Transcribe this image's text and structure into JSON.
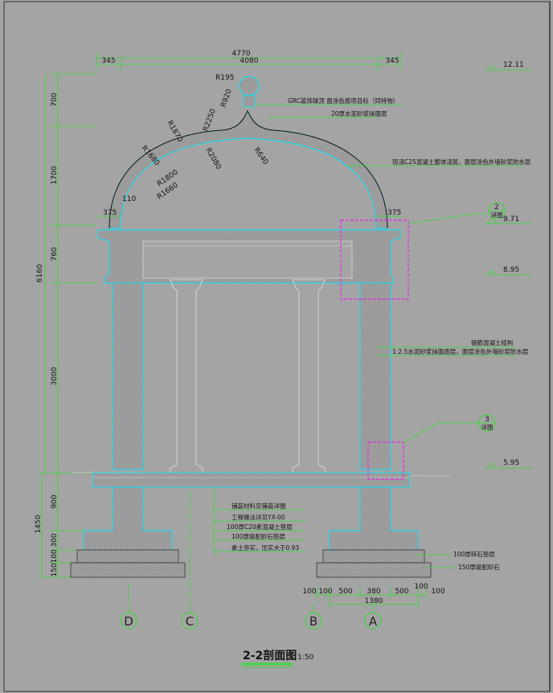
{
  "colors": {
    "background": "#a4a4a4",
    "dimension_line": "#2ee02e",
    "leader": "#2ee02e",
    "outline": "#00e5ff",
    "detail_box": "#ff00ff",
    "hatch": "#8c8c8c",
    "ink": "#111111"
  },
  "drawing": {
    "title": "2-2剖面图",
    "scale": "1:50"
  },
  "dimensions": {
    "top_total": "4770",
    "top_inner": "4080",
    "top_left": "345",
    "top_right": "345",
    "left_total": "6160",
    "left_segments": [
      "700",
      "1700",
      "760",
      "3000",
      "900",
      "1450",
      "300",
      "100",
      "150"
    ],
    "side_left": "375",
    "side_right": "375",
    "radii": [
      "R195",
      "R920",
      "R2250",
      "R1870",
      "R2080",
      "R640",
      "R1680",
      "R1800",
      "R1660",
      "110"
    ],
    "bottom_segments": [
      "100",
      "100",
      "500",
      "380",
      "500",
      "100",
      "100"
    ],
    "bottom_total": "1380"
  },
  "elevations": [
    "12.11",
    "9.71",
    "8.95",
    "5.95"
  ],
  "notes": {
    "finial": "GRC装饰球顶  面涂色按项目标（同特物）",
    "dome_mortar": "20厚水泥砂浆抹面层",
    "dome_shell": "现浇C25混凝土整体浇筑，面层涂色外墙砂浆防水层",
    "column_struct": "钢筋混凝土结构",
    "column_finish": "1:2.5水泥砂浆抹面底层，面层涂色外墙砂浆防水层",
    "floor_layers": [
      "铺装材料见铺装详图",
      "工程做法详见YX-00",
      "100厚C20素混凝土垫层",
      "100厚级配砂石垫层",
      "素土夯实，压实大于0.93"
    ],
    "footing_top": "100厚碎石垫层",
    "footing_bottom": "150厚级配砂石"
  },
  "detail_markers": [
    {
      "number": "2",
      "sheet": "图",
      "label": "详图"
    },
    {
      "number": "3",
      "sheet": "图",
      "label": "详图"
    }
  ],
  "grid_axes": [
    "D",
    "C",
    "B",
    "A"
  ]
}
